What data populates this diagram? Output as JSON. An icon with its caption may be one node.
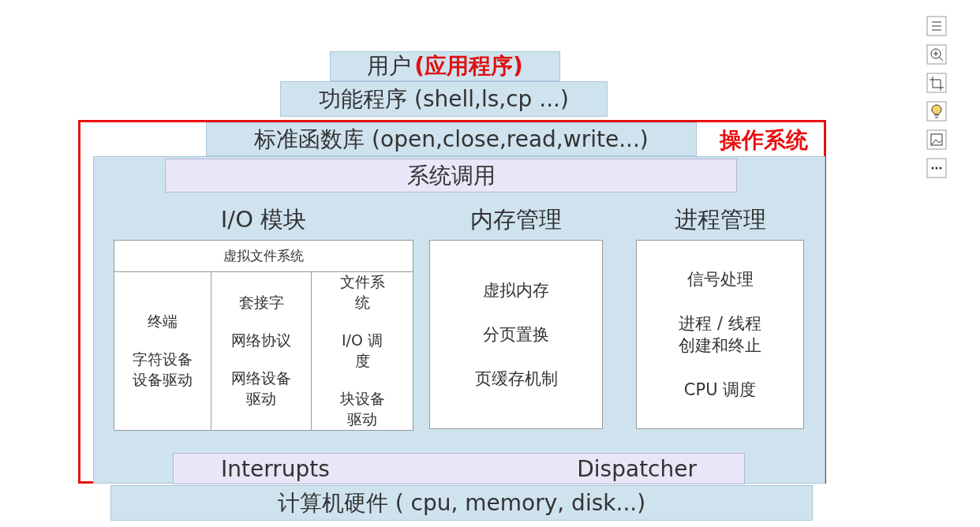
{
  "diagram": {
    "nodes": [
      {
        "text": [
          "用户",
          "(应用程序)"
        ]
      },
      {
        "text": [
          "功能程序 (shell,ls,cp ...)"
        ]
      },
      {
        "text": [
          "操作系统"
        ]
      },
      {
        "text": [
          "标准函数库 (open,close,read,write...)"
        ],
        "in": 2
      },
      {
        "text": [],
        "shape": "box",
        "in": 2
      },
      {
        "text": [
          "系统调用"
        ],
        "in": 4
      },
      {
        "text": [
          "I/O 模块"
        ],
        "in": 4
      },
      {
        "text": [
          "虚拟文件系统"
        ],
        "in": 6
      },
      {
        "text": [
          "终端",
          "字符设备设备驱动"
        ],
        "in": 6
      },
      {
        "text": [
          "套接字",
          "网络协议",
          "网络设备驱动"
        ],
        "in": 6
      },
      {
        "text": [
          "文件系统",
          "I/O 调度",
          "块设备驱动"
        ],
        "in": 6
      },
      {
        "text": [
          "内存管理",
          "虚拟内存",
          "分页置换",
          "页缓存机制"
        ],
        "in": 4
      },
      {
        "text": [
          "进程管理",
          "信号处理",
          "进程 / 线程创建和终止",
          "CPU 调度"
        ],
        "in": 4
      },
      {
        "text": [
          "Interrupts",
          "Dispatcher"
        ],
        "in": 4
      },
      {
        "text": [
          "计算机硬件 ( cpu, memory, disk...)"
        ]
      }
    ],
    "edges": []
  }
}
